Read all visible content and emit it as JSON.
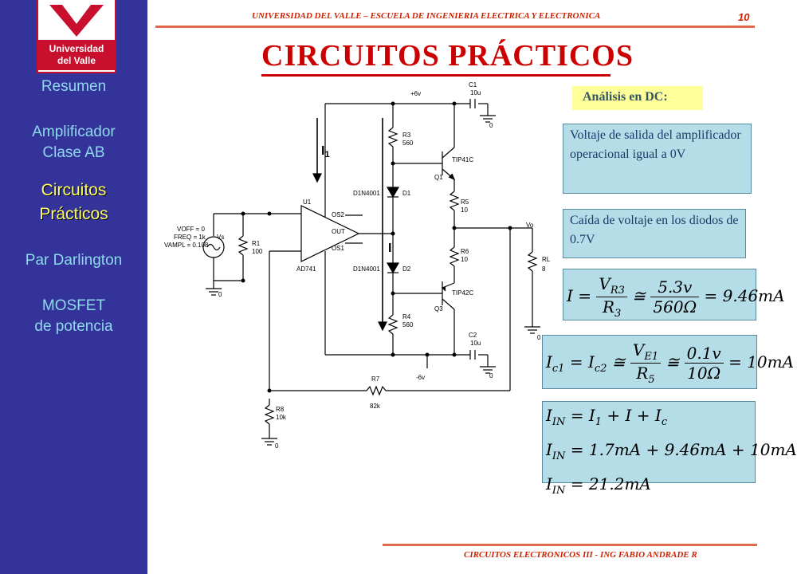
{
  "header": {
    "university": "UNIVERSIDAD DEL VALLE – ESCUELA DE INGENIERIA ELECTRICA Y ELECTRONICA",
    "page": "10",
    "footer": "CIRCUITOS ELECTRONICOS III - ING FABIO ANDRADE R"
  },
  "logo": {
    "line1": "Universidad",
    "line2": "del Valle"
  },
  "sidebar": {
    "items": [
      {
        "label": "Resumen"
      },
      {
        "label": "Amplificador Clase AB"
      },
      {
        "label": "Circuitos Prácticos",
        "active": true
      },
      {
        "label": "Par Darlington"
      },
      {
        "label": "MOSFET de potencia"
      }
    ]
  },
  "title": "CIRCUITOS PRÁCTICOS",
  "analysis_label": "Análisis en DC:",
  "notes": {
    "output_voltage": "Voltaje de salida del amplificador operacional igual a 0V",
    "diode_drop": "Caída de voltaje en los diodos de 0.7V"
  },
  "equations": {
    "eq1": {
      "lhs": "I",
      "num": "V",
      "num_sub": "R3",
      "den": "R",
      "den_sub": "3",
      "mid_num": "5.3v",
      "mid_den": "560Ω",
      "result": "9.46mA"
    },
    "eq2": {
      "lhs": "I",
      "result": "10mA",
      "mid_num": "0.1v",
      "mid_den": "10Ω"
    },
    "eq3": {
      "line2": "1.7mA + 9.46mA + 10mA",
      "line3": "21.2mA"
    }
  },
  "schematic": {
    "labels": {
      "vplus": "+6v",
      "vminus": "-6v",
      "c1": "C1",
      "c1v": "10u",
      "c2": "C2",
      "c2v": "10u",
      "r3": "R3",
      "r3v": "560",
      "r4": "R4",
      "r4v": "560",
      "r5": "R5",
      "r5v": "10",
      "r6": "R6",
      "r6v": "10",
      "r1": "R1",
      "r1v": "100",
      "r7": "R7",
      "r7v": "82k",
      "r8": "R8",
      "r8v": "10k",
      "rl": "RL",
      "rlv": "8",
      "q1": "Q1",
      "q1t": "TIP41C",
      "q3": "Q3",
      "q3t": "TIP42C",
      "d1": "D1",
      "d1t": "D1N4001",
      "d2": "D2",
      "d2t": "D1N4001",
      "u1": "U1",
      "u1t": "AD741",
      "vs": "Vs",
      "vo": "Vo",
      "voff": "VOFF = 0",
      "freq": "FREQ = 1k",
      "vampl": "VAMPL = 0.108",
      "gnd": "0",
      "i1": "I",
      "i1sub": "1",
      "i": "I",
      "os2": "OS2",
      "os1": "OS1",
      "out": "OUT"
    }
  },
  "colors": {
    "sidebar": "#333399",
    "accent": "#cc0000",
    "nav": "#8fd9ec",
    "nav_active": "#ffff66",
    "box": "#b4dde8",
    "dc_box": "#ffff99"
  }
}
